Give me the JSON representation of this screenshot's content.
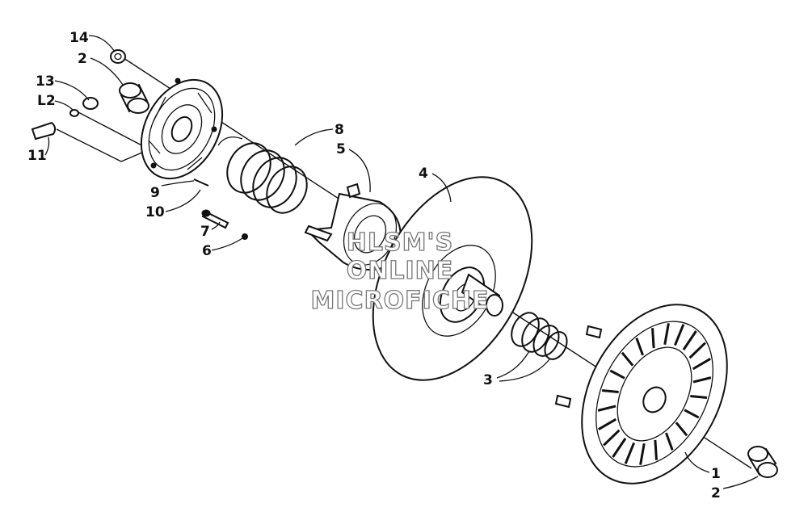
{
  "labels": {
    "l14": "14",
    "l2a": "2",
    "l13": "13",
    "l12": "L2",
    "l11": "11",
    "l9": "9",
    "l10": "10",
    "l7": "7",
    "l6": "6",
    "l8": "8",
    "l5": "5",
    "l4": "4",
    "l3": "3",
    "l1": "1",
    "l2b": "2"
  },
  "watermark": {
    "line1": "HLSM'S",
    "line2": "ONLINE",
    "line3": "MICROFICHE"
  }
}
